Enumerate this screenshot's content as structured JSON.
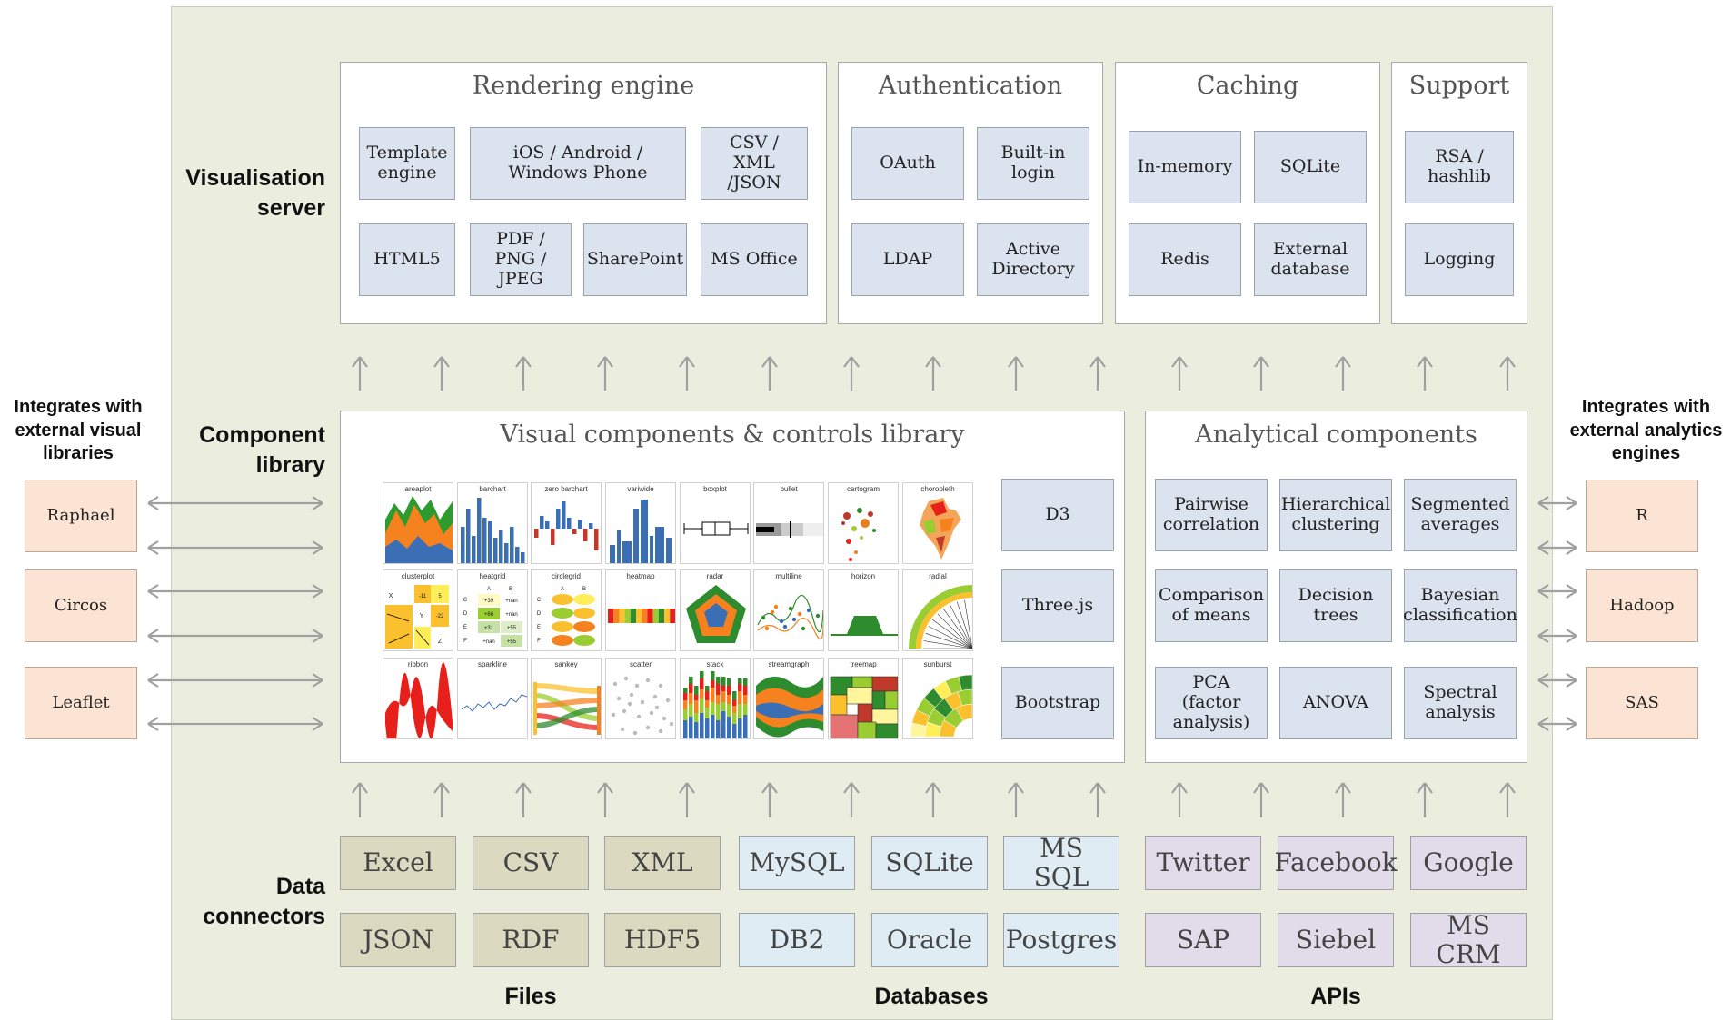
{
  "sections": {
    "visualisation_server": "Visualisation server",
    "component_library": "Component library",
    "data_connectors": "Data connectors"
  },
  "left_integrations": {
    "title": "Integrates with external visual libraries",
    "items": [
      "Raphael",
      "Circos",
      "Leaflet"
    ]
  },
  "right_integrations": {
    "title": "Integrates with external analytics engines",
    "items": [
      "R",
      "Hadoop",
      "SAS"
    ]
  },
  "rendering": {
    "title": "Rendering engine",
    "items": [
      "Template engine",
      "iOS / Android / Windows Phone",
      "CSV / XML /JSON",
      "HTML5",
      "PDF / PNG / JPEG",
      "SharePoint",
      "MS Office"
    ]
  },
  "authentication": {
    "title": "Authentication",
    "items": [
      "OAuth",
      "Built-in login",
      "LDAP",
      "Active Directory"
    ]
  },
  "caching": {
    "title": "Caching",
    "items": [
      "In-memory",
      "SQLite",
      "Redis",
      "External database"
    ]
  },
  "support": {
    "title": "Support",
    "items": [
      "RSA / hashlib",
      "Logging"
    ]
  },
  "visual_library": {
    "title": "Visual components & controls library",
    "thumbnails": [
      "areaplot",
      "barchart",
      "zero barchart",
      "variwide",
      "boxplot",
      "bullet",
      "cartogram",
      "choropleth",
      "clusterplot",
      "heatgrid",
      "circlegrid",
      "heatmap",
      "radar",
      "multiline",
      "horizon",
      "radial",
      "ribbon",
      "sparkline",
      "sankey",
      "scatter",
      "stack",
      "streamgraph",
      "treemap",
      "sunburst"
    ],
    "heatgrid_labels": {
      "cols": [
        "A",
        "B"
      ],
      "rows": [
        "C",
        "D",
        "E",
        "F"
      ],
      "values": [
        "+39",
        "+nan",
        "+66",
        "+nan",
        "+31",
        "+55",
        "+nan",
        "+55"
      ]
    },
    "clusterplot_labels": {
      "x": "X",
      "y": "Y",
      "z": "Z",
      "values": [
        "-11",
        "5",
        "-22"
      ]
    },
    "circlegrid_labels": {
      "cols": [
        "A",
        "B"
      ],
      "rows": [
        "C",
        "D",
        "E",
        "F"
      ]
    },
    "frameworks": [
      "D3",
      "Three.js",
      "Bootstrap"
    ]
  },
  "analytical": {
    "title": "Analytical components",
    "items": [
      "Pairwise correlation",
      "Hierarchical clustering",
      "Segmented averages",
      "Comparison of means",
      "Decision trees",
      "Bayesian classification",
      "PCA (factor analysis)",
      "ANOVA",
      "Spectral analysis"
    ]
  },
  "files": {
    "label": "Files",
    "items": [
      "Excel",
      "CSV",
      "XML",
      "JSON",
      "RDF",
      "HDF5"
    ],
    "color": "#dcd9c1"
  },
  "databases": {
    "label": "Databases",
    "items": [
      "MySQL",
      "SQLite",
      "MS SQL",
      "DB2",
      "Oracle",
      "Postgres"
    ],
    "color": "#dfecf3"
  },
  "apis": {
    "label": "APIs",
    "items": [
      "Twitter",
      "Facebook",
      "Google",
      "SAP",
      "Siebel",
      "MS CRM"
    ],
    "color": "#e2dcea"
  },
  "colors": {
    "backdrop": "#ebeedf",
    "blue_box": "#dbe3ef",
    "peach_box": "#fbe4d3",
    "arrow": "#a0a0a0"
  }
}
